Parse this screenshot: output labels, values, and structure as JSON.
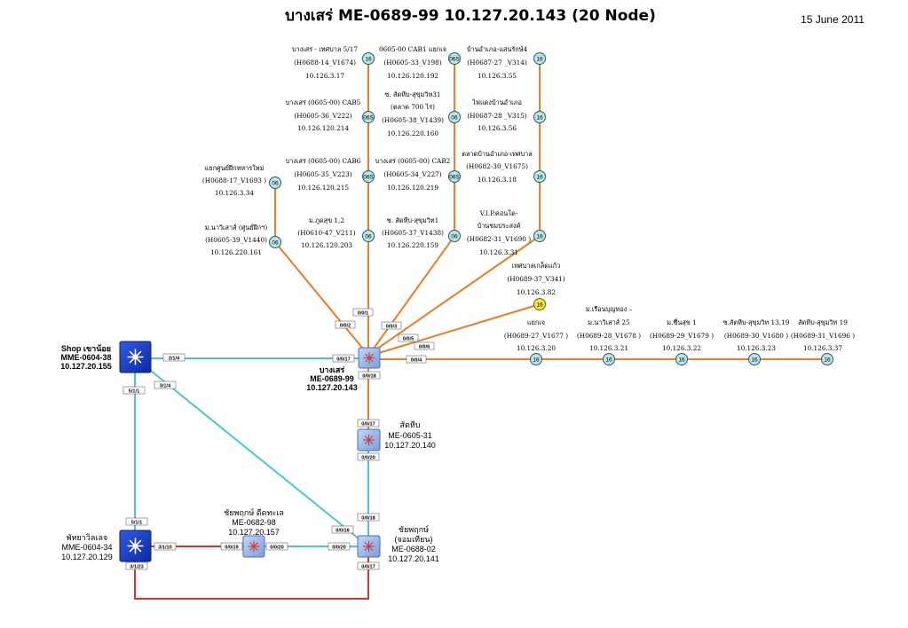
{
  "title": "บางเสร่  ME-0689-99  10.127.20.143 (20 Node)",
  "date": "15 June 2011",
  "colors": {
    "orange": "#ec7c25",
    "cyan": "#4cc6cc",
    "red": "#d9342b",
    "node_fill": "#b9e6ea",
    "node_yellow": "#f3e838",
    "switch_blue": "#1a3fc8",
    "switch_light": "#8fb1e8"
  },
  "center": {
    "name": "บางเสร่",
    "id": "ME-0689-99",
    "ip": "10.127.20.143",
    "ports": [
      "0/0/17",
      "0/0/18"
    ]
  },
  "devices": [
    {
      "key": "shop",
      "lines": [
        "Shop เขาน้อย",
        "MME-0604-38",
        "10.127.20.155"
      ],
      "port": "5/1/1"
    },
    {
      "key": "pattaya",
      "lines": [
        "พัทยาวิลเลจ",
        "MME-0604-34",
        "10.127.20.129"
      ],
      "ports": [
        "5/1/1",
        "3/1/10",
        "3/1/23"
      ]
    },
    {
      "key": "sattahip",
      "lines": [
        "สัตหีบ",
        "ME-0605-31",
        "10.127.20.140"
      ],
      "ports": [
        "0/0/17",
        "0/0/20"
      ]
    },
    {
      "key": "chaiyapruek_dd",
      "lines": [
        "ชัยพฤกษ์ ดีดทะเล",
        "ME-0682-98",
        "10.127.20.157"
      ],
      "ports": [
        "0/0/19",
        "0/0/20"
      ]
    },
    {
      "key": "chaiyapruek",
      "lines": [
        "ชัยพฤกษ์",
        "(จอมเทียน)",
        "ME-0688-02",
        "10.127.20.141"
      ],
      "ports": [
        "0/0/18",
        "0/0/16",
        "0/0/20",
        "0/0/17"
      ]
    }
  ],
  "links": {
    "shop_center": "2/1/4",
    "shop_chaiyapruek": "3/1/4",
    "p1": "0/0/1",
    "p2": "0/0/2",
    "p3": "0/0/3",
    "p4": "0/0/4",
    "p5": "0/0/5",
    "p6": "0/0/6"
  },
  "nodes": [
    {
      "key": "a1",
      "label": "16",
      "lines": [
        "บางเสร่ - เทศบาล 5/17",
        "(H0688-14_V1674)",
        "10.126.3.17"
      ]
    },
    {
      "key": "a2",
      "label": "06S",
      "lines": [
        "บางเสร่ (0605-00) CAB5",
        "(H0605-36_V222)",
        "10.126.120.214"
      ]
    },
    {
      "key": "a3",
      "label": "06S",
      "lines": [
        "บางเสร่ (0605-00) CAB6",
        "(H0605-35_V223)",
        "10.126.120.215"
      ]
    },
    {
      "key": "a4",
      "label": "06",
      "lines": [
        "ม.ภูดสุข 1,2",
        "(H0610-47_V211)",
        "10.126.120.203"
      ]
    },
    {
      "key": "b1",
      "label": "06S",
      "lines": [
        "0605-00 CAB1 แยกเจ",
        "(H0605-33_V198)",
        "10.126.120.192"
      ]
    },
    {
      "key": "b2",
      "label": "06",
      "lines": [
        "ซ. สัตหีบ-สุขุมวิท31",
        "(ตลาด 700 ไร่)",
        "(H0605-38_V1439)",
        "10.126.220.160"
      ]
    },
    {
      "key": "b3",
      "label": "06S",
      "lines": [
        "บางเสร่ (0605-00) CAB2",
        "(H0605-34_V227)",
        "10.126.120.219"
      ]
    },
    {
      "key": "b4",
      "label": "06",
      "lines": [
        "ซ. สัตหีบ-สุขุมวิท1",
        "(H0605-37_V1438)",
        "10.126.220.159"
      ]
    },
    {
      "key": "c1",
      "label": "16",
      "lines": [
        "บ้านอำเภอ-แสนรักษ์4",
        "(H0687-27 _V314)",
        "10.126.3.55"
      ]
    },
    {
      "key": "c2",
      "label": "16",
      "lines": [
        "ไฟแดงบ้านอำเภอ",
        "(H0687-28 _V315)",
        "10.126.3.56"
      ]
    },
    {
      "key": "c3",
      "label": "16",
      "lines": [
        "ตลาดบ้านอำเภอ-เทศบาล",
        "(H0682-30_V1675)",
        "10.126.3.18"
      ]
    },
    {
      "key": "c4",
      "label": "16",
      "lines": [
        "V.I.P.คอนโด-",
        "บ้านชมประสงค์",
        "(H0682-31_V1690 )",
        "10.126.3.31"
      ]
    },
    {
      "key": "d1",
      "label": "06",
      "lines": [
        "แยกศูนย์ฝึกทหารใหม่",
        "(H0688-17_V1693 )",
        "10.126.3.34"
      ]
    },
    {
      "key": "d2",
      "label": "06",
      "lines": [
        "ม.นาวิเสาส์ (ศูนย์ฝึกฯ)",
        "(H0605-39_V1440)",
        "10.126.220.161"
      ]
    },
    {
      "key": "y1",
      "label": "16",
      "lines": [
        "เทศบาลเกล็ดแก้ว",
        "(H0689-37_V341)",
        "10.126.3.82"
      ]
    },
    {
      "key": "e1",
      "label": "16",
      "lines": [
        "แยกเจ",
        "(H0689-27_V1677 )",
        "10.126.3.20"
      ]
    },
    {
      "key": "e2",
      "label": "16",
      "lines": [
        "ม.เรือนบุญทอง –",
        "ม.นาวิเสาส์ 25",
        "(H0689-28_V1678 )",
        "10.126.3.21"
      ]
    },
    {
      "key": "e3",
      "label": "16",
      "lines": [
        "ม.ชื่นสุข 1",
        "(H0689-29_V1679 )",
        "10.126.3.22"
      ]
    },
    {
      "key": "e4",
      "label": "16",
      "lines": [
        "ซ.สัตหีบ-สุขุมวิท 13,19",
        "(H0689-30_V1680 )",
        "10.126.3.23"
      ]
    },
    {
      "key": "e5",
      "label": "16",
      "lines": [
        "สัตหีบ-สุขุมวิท 19",
        "(H0689-31_V1696 )",
        "10.126.3.37"
      ]
    }
  ]
}
